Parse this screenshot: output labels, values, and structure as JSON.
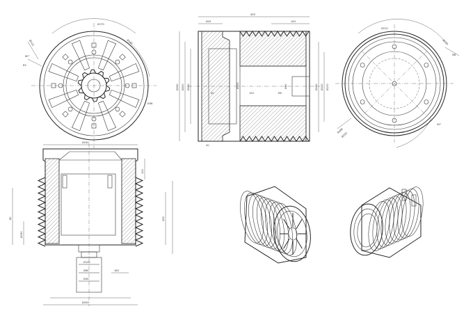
{
  "dimensions": {
    "front_labels": [
      "Ø170",
      "Ø140",
      "Ø110",
      "60°",
      "R5",
      "Ø36"
    ],
    "section_top_labels": [
      "400",
      "Ø25",
      "140"
    ],
    "section_side_labels": [
      "Ø240",
      "Ø200",
      "Ø180",
      "Ø140",
      "Ø120",
      "Ø170"
    ],
    "section_inner_labels": [
      "40",
      "150",
      "R8",
      "Ø100",
      "Ø60",
      "20"
    ],
    "rear_labels": [
      "Ø210",
      "Ø180",
      "M8",
      "8xØ9",
      "Ø230",
      "45°"
    ],
    "lower_labels": [
      "Ø230",
      "Ø200",
      "Ø120",
      "Ø60",
      "Ø40",
      "80",
      "260",
      "120",
      "180",
      "Ø150"
    ]
  }
}
